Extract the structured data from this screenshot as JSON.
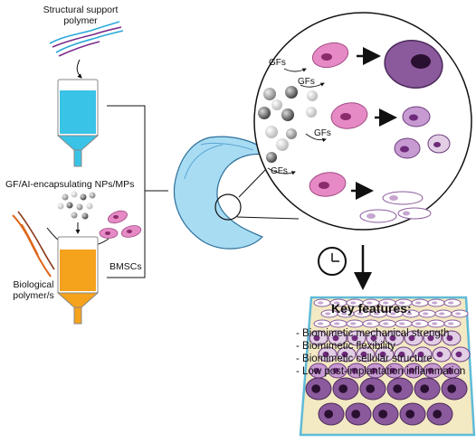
{
  "labels": {
    "structural_support_polymer": [
      "Structural support",
      "polymer"
    ],
    "gf_encapsulating": "GF/AI-encapsulating NPs/MPs",
    "biological_polymer": [
      "Biological",
      "polymer/s"
    ],
    "bmscs": "BMSCs",
    "gfs": [
      "GFs",
      "GFs",
      "GFs",
      "GFs"
    ]
  },
  "key_features": {
    "title": "Key features:",
    "items": [
      "- Biomimetic mechanical strength",
      "- Biomimetic flexibility",
      "- Biomimetic cellular structure",
      "- Low post-implantation inflammation"
    ]
  },
  "icons": {
    "clock": "clock-icon",
    "arrow": "arrow-right-icon"
  },
  "colors": {
    "cyan_fill": "#39c3e6",
    "orange_fill": "#f5a21c",
    "meniscus": "#a8dcf3",
    "pink_cell": "#e58ac4",
    "purple_cell": "#8b5a9c",
    "light_purple_cell": "#e2cfe6",
    "tissue_bg": "#f3e9c2",
    "tissue_border": "#5fbbd8"
  }
}
